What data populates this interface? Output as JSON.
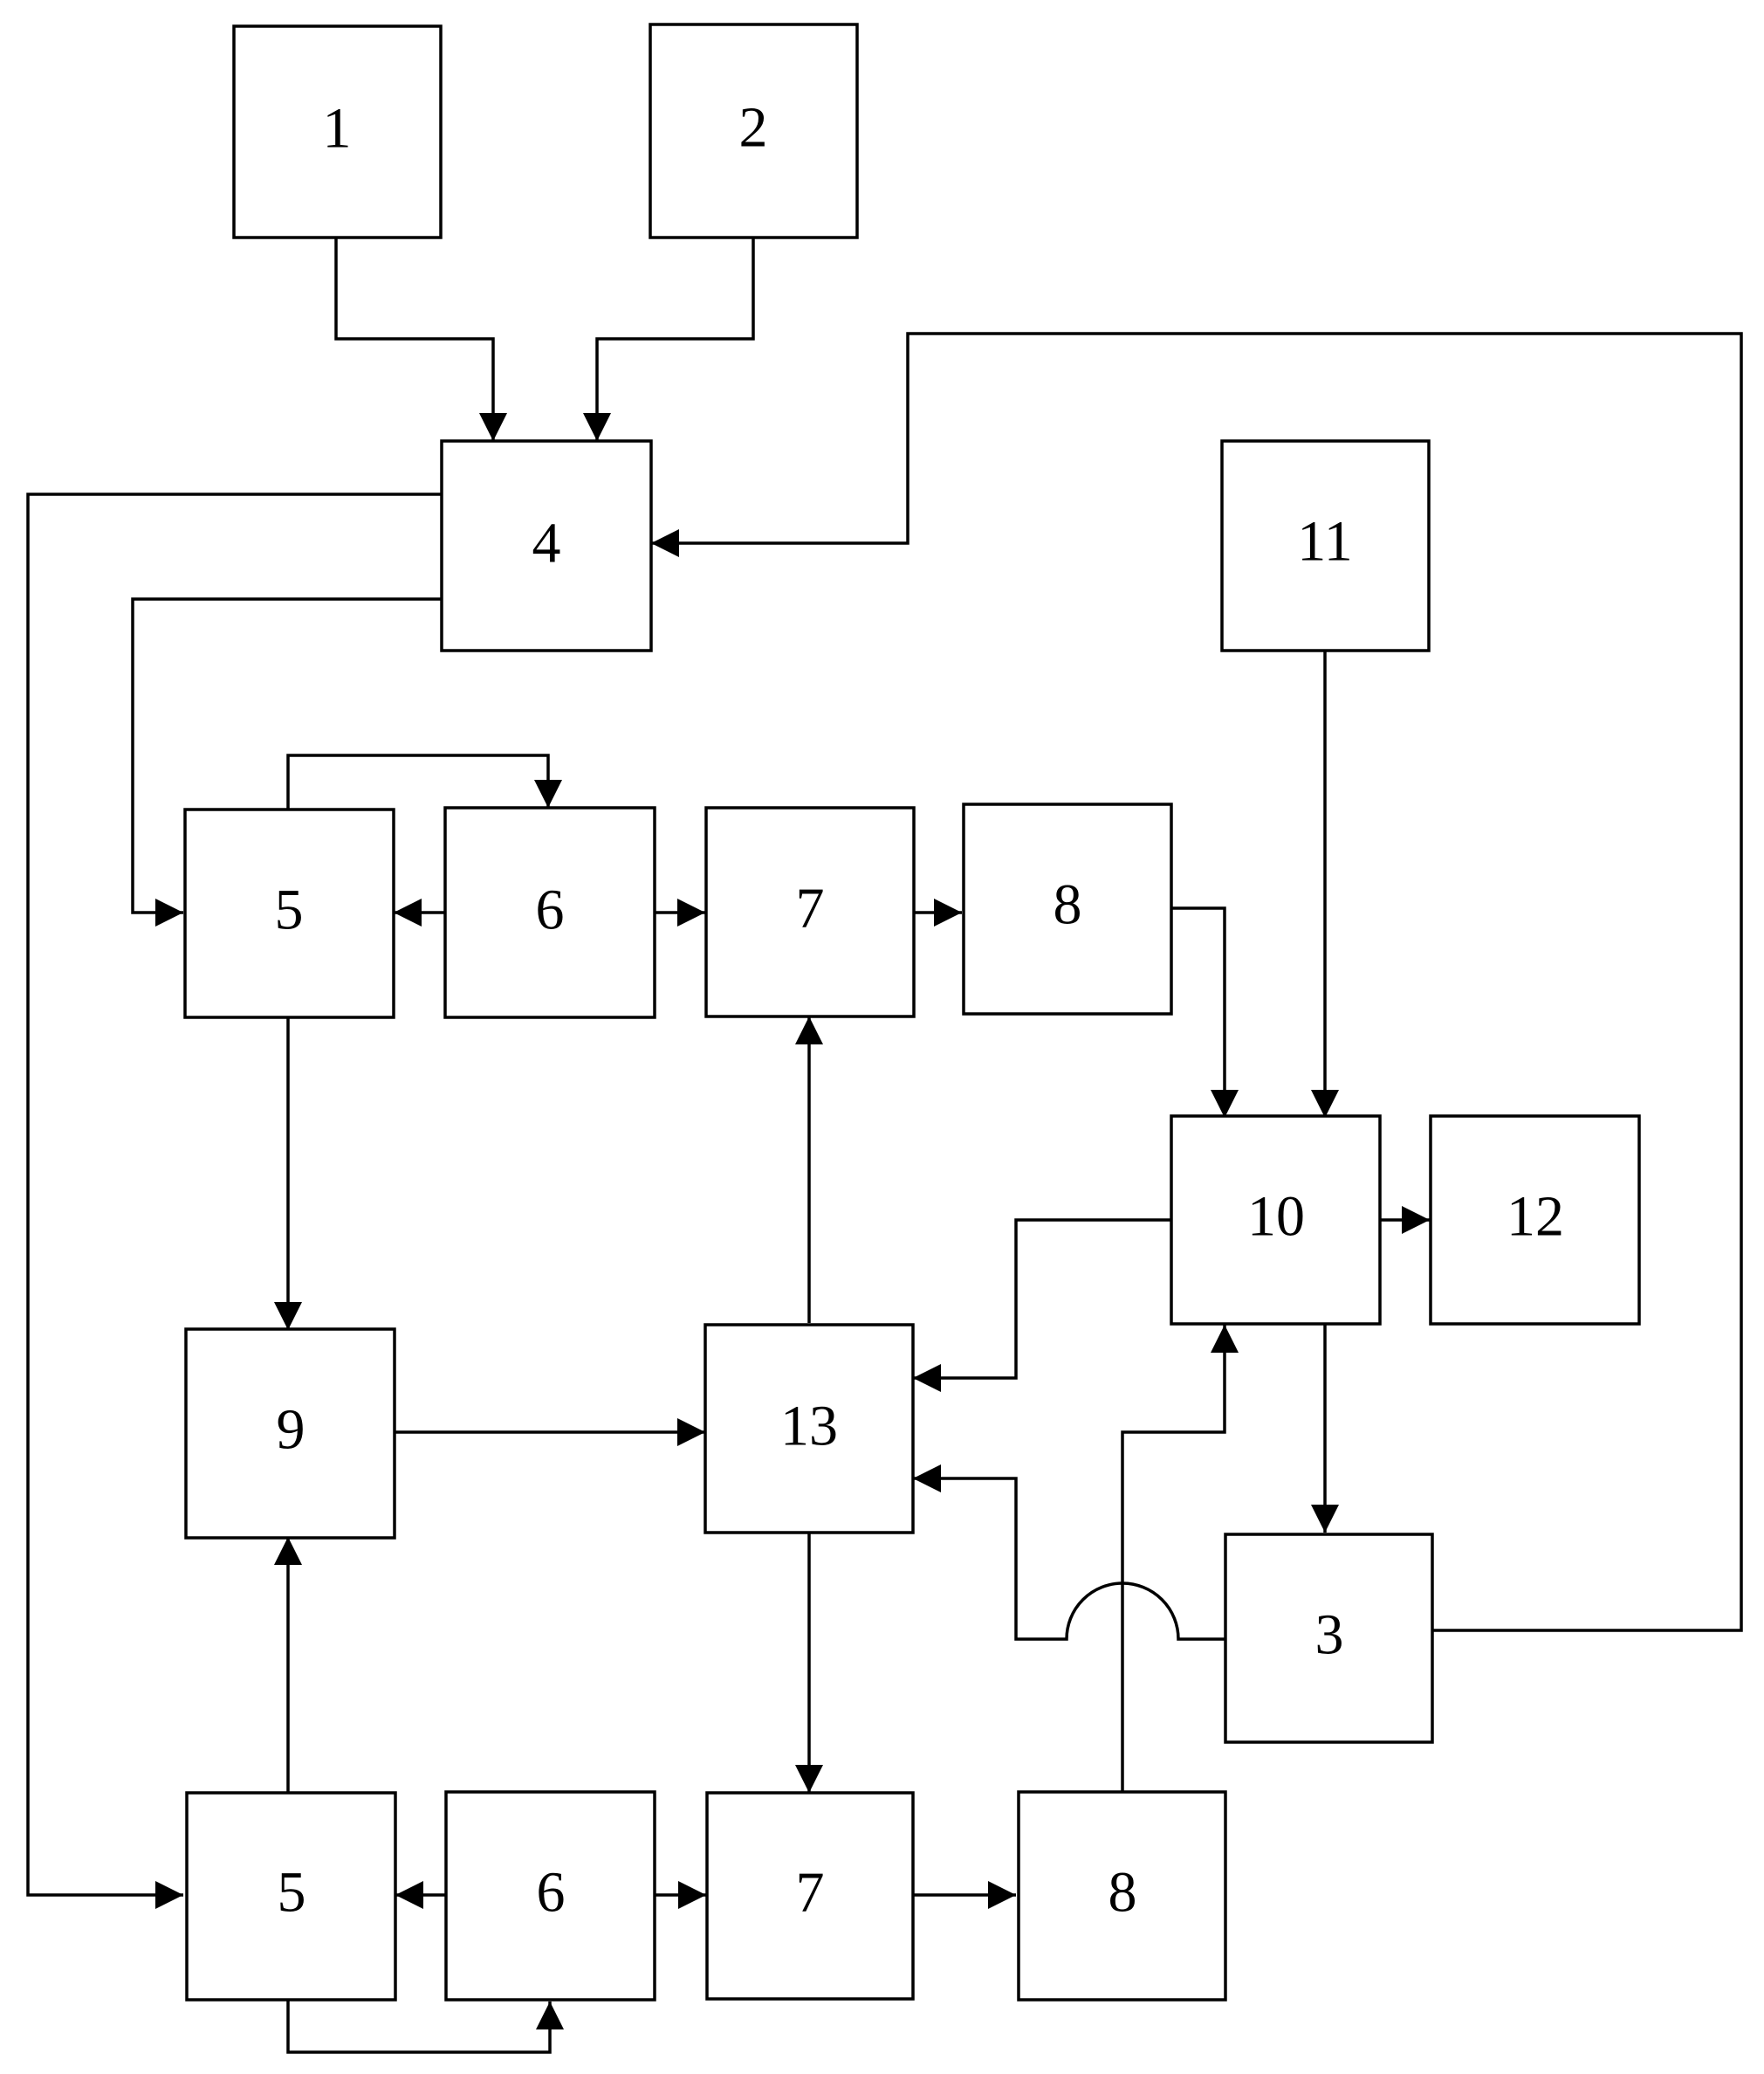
{
  "colors": {
    "stroke": "#000000",
    "background": "#ffffff"
  },
  "blocks": {
    "b1": "1",
    "b2": "2",
    "b4": "4",
    "b11": "11",
    "b5_top": "5",
    "b6_top": "6",
    "b7_top": "7",
    "b8_top": "8",
    "b10": "10",
    "b12": "12",
    "b9": "9",
    "b13": "13",
    "b3": "3",
    "b5_bottom": "5",
    "b6_bottom": "6",
    "b7_bottom": "7",
    "b8_bottom": "8"
  }
}
